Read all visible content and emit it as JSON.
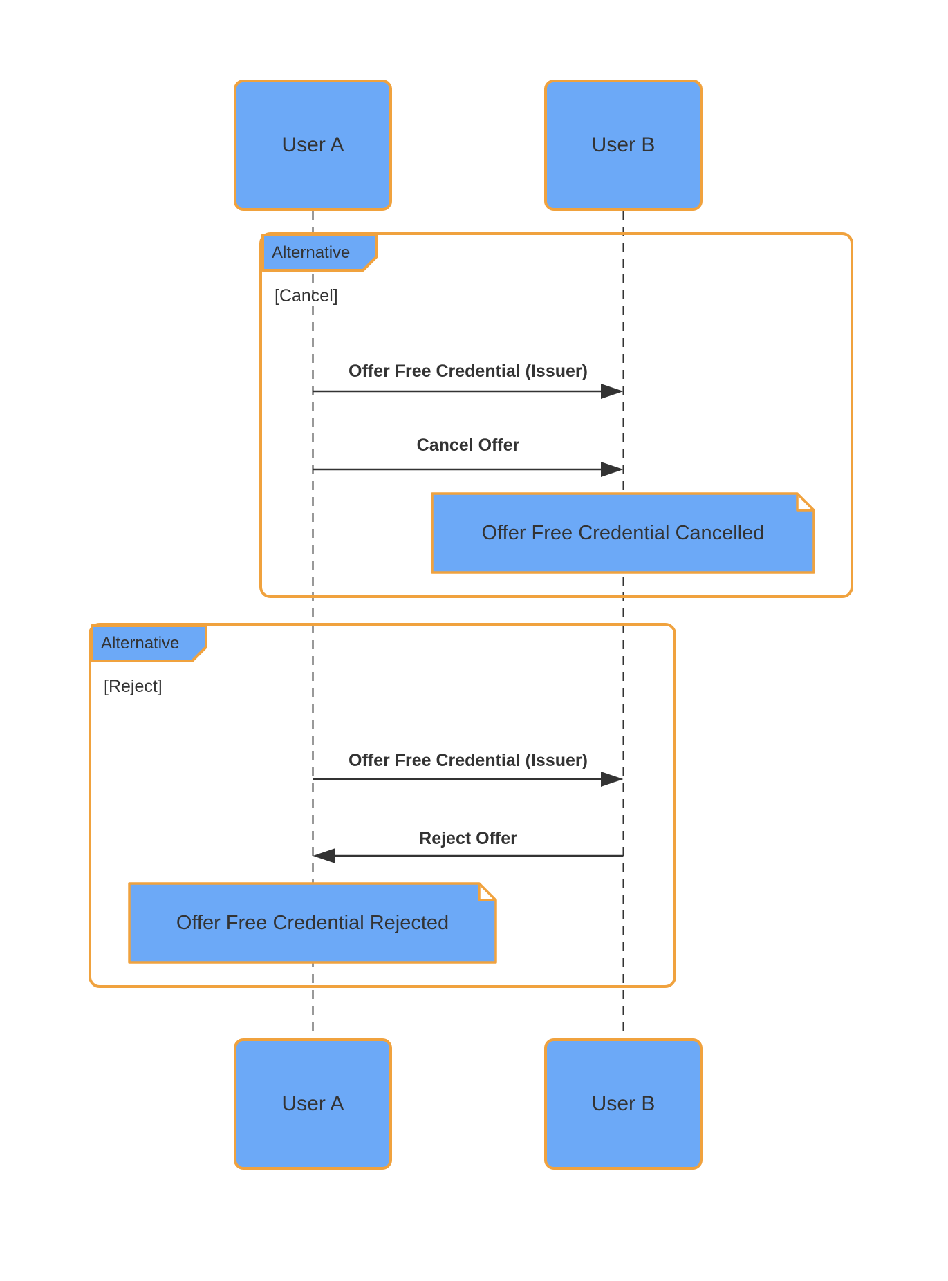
{
  "diagram": {
    "type": "uml-sequence-diagram",
    "actors": [
      {
        "id": "user-a",
        "label": "User A"
      },
      {
        "id": "user-b",
        "label": "User B"
      }
    ],
    "fragments": [
      {
        "operator": "Alternative",
        "guard": "[Cancel]"
      },
      {
        "operator": "Alternative",
        "guard": "[Reject]"
      }
    ],
    "messages": [
      {
        "label": "Offer Free Credential (Issuer)",
        "from": "User A",
        "to": "User B",
        "fragment": "[Cancel]"
      },
      {
        "label": "Cancel Offer",
        "from": "User A",
        "to": "User B",
        "fragment": "[Cancel]"
      },
      {
        "label": "Offer Free Credential (Issuer)",
        "from": "User A",
        "to": "User B",
        "fragment": "[Reject]"
      },
      {
        "label": "Reject Offer",
        "from": "User B",
        "to": "User A",
        "fragment": "[Reject]"
      }
    ],
    "notes": [
      {
        "text": "Offer Free Credential Cancelled",
        "fragment": "[Cancel]"
      },
      {
        "text": "Offer Free Credential Rejected",
        "fragment": "[Reject]"
      }
    ],
    "colors": {
      "shape_fill": "#6CA9F7",
      "shape_stroke": "#F0A23E",
      "text": "#333333",
      "arrow": "#333333",
      "background": "#FFFFFF"
    }
  }
}
